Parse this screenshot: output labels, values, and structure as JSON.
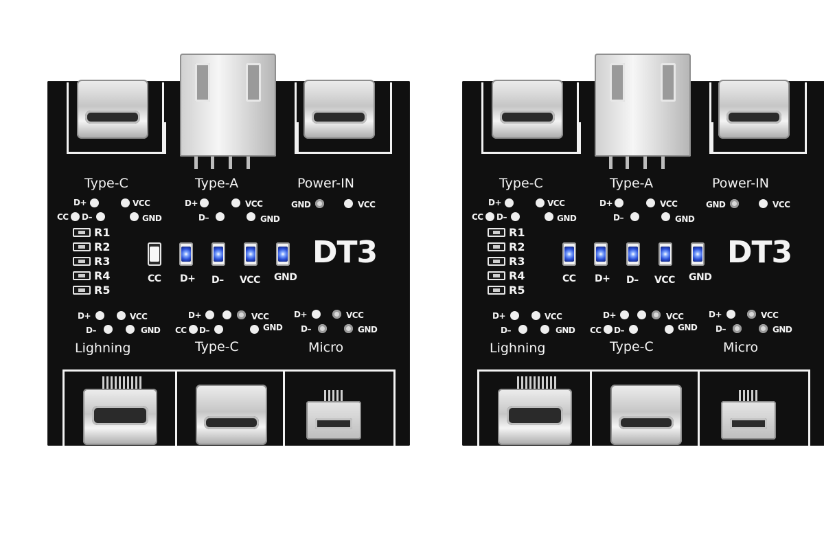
{
  "boards": [
    {
      "brand": "DT3",
      "top_labels": [
        "Type-C",
        "Type-A",
        "Power-IN"
      ],
      "bottom_labels": [
        "Lighning",
        "Type-C",
        "Micro"
      ],
      "pins": {
        "tc_dplus": "D+",
        "tc_vcc": "VCC",
        "tc_cc": "CC",
        "tc_dminus": "D–",
        "tc_gnd": "GND",
        "ta_dplus": "D+",
        "ta_vcc": "VCC",
        "ta_dminus": "D–",
        "ta_gnd": "GND",
        "pw_gnd": "GND",
        "pw_vcc": "VCC",
        "lt_dplus": "D+",
        "lt_vcc": "VCC",
        "lt_dminus": "D–",
        "lt_gnd": "GND",
        "bc_dplus": "D+",
        "bc_vcc": "VCC",
        "bc_cc": "CC",
        "bc_dminus": "D–",
        "bc_gnd": "GND",
        "mi_dplus": "D+",
        "mi_vcc": "VCC",
        "mi_dminus": "D–",
        "mi_gnd": "GND"
      },
      "resistors": [
        "R1",
        "R2",
        "R3",
        "R4",
        "R5"
      ],
      "leds": [
        "CC",
        "D+",
        "D–",
        "VCC",
        "GND"
      ]
    },
    {
      "brand": "DT3",
      "top_labels": [
        "Type-C",
        "Type-A",
        "Power-IN"
      ],
      "bottom_labels": [
        "Lighning",
        "Type-C",
        "Micro"
      ],
      "pins": {
        "tc_dplus": "D+",
        "tc_vcc": "VCC",
        "tc_cc": "CC",
        "tc_dminus": "D–",
        "tc_gnd": "GND",
        "ta_dplus": "D+",
        "ta_vcc": "VCC",
        "ta_dminus": "D–",
        "ta_gnd": "GND",
        "pw_gnd": "GND",
        "pw_vcc": "VCC",
        "lt_dplus": "D+",
        "lt_vcc": "VCC",
        "lt_dminus": "D–",
        "lt_gnd": "GND",
        "bc_dplus": "D+",
        "bc_vcc": "VCC",
        "bc_cc": "CC",
        "bc_dminus": "D–",
        "bc_gnd": "GND",
        "mi_dplus": "D+",
        "mi_vcc": "VCC",
        "mi_dminus": "D–",
        "mi_gnd": "GND"
      },
      "resistors": [
        "R1",
        "R2",
        "R3",
        "R4",
        "R5"
      ],
      "leds": [
        "CC",
        "D+",
        "D–",
        "VCC",
        "GND"
      ]
    }
  ]
}
